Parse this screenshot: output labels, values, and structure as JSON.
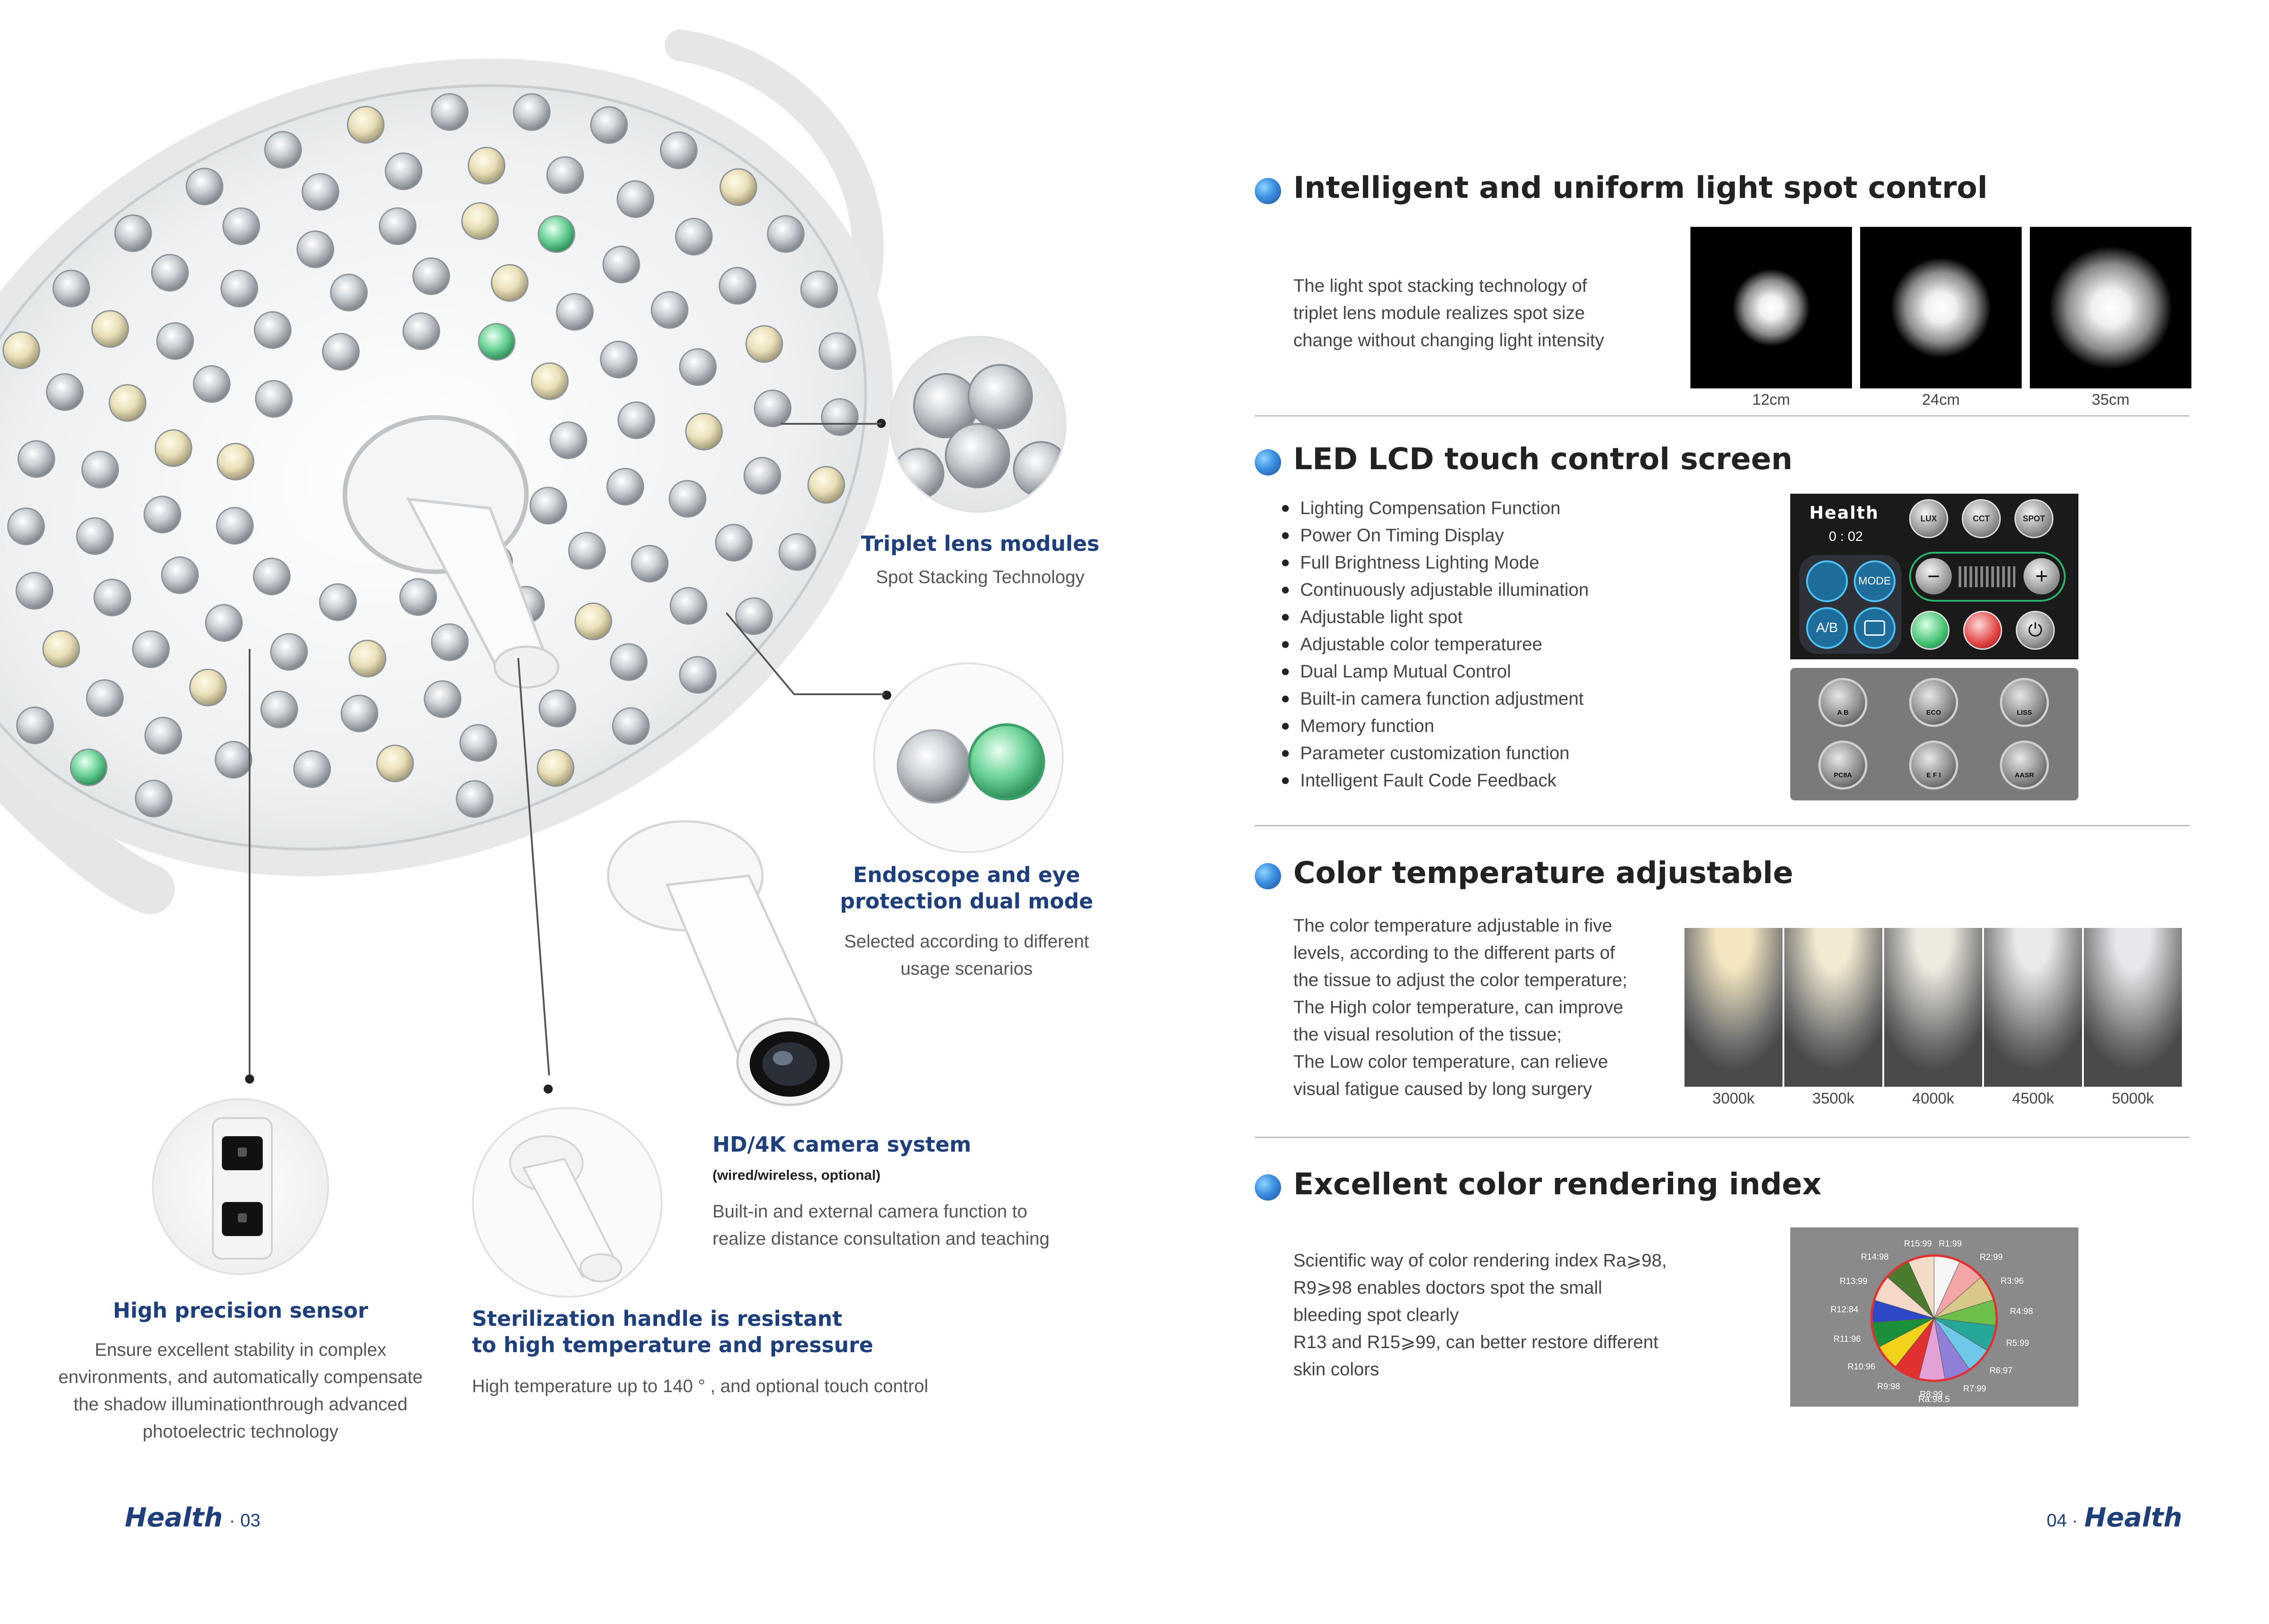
{
  "left_page": {
    "triplet": {
      "title": "Triplet lens modules",
      "sub": "Spot Stacking Technology"
    },
    "endoscope": {
      "title_line1": "Endoscope and eye",
      "title_line2": "protection dual mode",
      "sub_line1": "Selected according to different",
      "sub_line2": "usage scenarios"
    },
    "camera": {
      "title": "HD/4K camera system",
      "note": "(wired/wireless, optional)",
      "sub_line1": "Built-in and external camera function to",
      "sub_line2": "realize distance consultation and teaching"
    },
    "sensor": {
      "title": "High precision sensor",
      "sub_line1": "Ensure excellent stability in complex",
      "sub_line2": "environments, and automatically compensate",
      "sub_line3": "the shadow illuminationthrough advanced",
      "sub_line4": "photoelectric technology"
    },
    "handle": {
      "title_line1": "Sterilization handle is resistant",
      "title_line2": "to high temperature and pressure",
      "sub": "High temperature up to 140 °  , and optional touch control"
    },
    "footer": {
      "brand": "Health",
      "page": "· 03"
    }
  },
  "right_page": {
    "spot": {
      "title": "Intelligent and uniform light spot control",
      "desc_line1": "The light spot stacking technology of",
      "desc_line2": "triplet lens module realizes spot size",
      "desc_line3": "change without changing light intensity",
      "images": [
        {
          "caption": "12cm",
          "radius_pct": 34
        },
        {
          "caption": "24cm",
          "radius_pct": 44
        },
        {
          "caption": "35cm",
          "radius_pct": 54
        }
      ]
    },
    "lcd": {
      "title": "LED LCD touch control screen",
      "features": [
        "Lighting Compensation Function",
        "Power On Timing Display",
        "Full Brightness Lighting Mode",
        "Continuously adjustable illumination",
        "Adjustable light spot",
        "Adjustable color temperaturee",
        "Dual Lamp Mutual Control",
        "Built-in camera function adjustment",
        "Memory function",
        "Parameter customization function",
        "Intelligent Fault Code Feedback"
      ],
      "panel": {
        "brand": "Health",
        "timer": "0  : 02",
        "mode": "MODE",
        "ab": "A/B",
        "top_buttons": [
          "LUX",
          "CCT",
          "SPOT"
        ],
        "grey_buttons_row1": [
          "A   B",
          "ECO",
          "LISS"
        ],
        "grey_buttons_row2": [
          "PC8A",
          "E F I",
          "AASR"
        ]
      }
    },
    "color_temp": {
      "title": "Color temperature adjustable",
      "desc_lines": [
        "The color temperature adjustable in five",
        "levels, according to the different parts of",
        "the tissue to adjust the color temperature;",
        "The High color temperature, can improve",
        "the visual resolution of the tissue;",
        "The Low color temperature, can relieve",
        "visual fatigue caused by long surgery"
      ],
      "levels": [
        {
          "label": "3000k",
          "color": "#f3e6c0"
        },
        {
          "label": "3500k",
          "color": "#f3ead2"
        },
        {
          "label": "4000k",
          "color": "#eeeae0"
        },
        {
          "label": "4500k",
          "color": "#e9e9e7"
        },
        {
          "label": "5000k",
          "color": "#e6e8eb"
        }
      ]
    },
    "cri": {
      "title": "Excellent color rendering index",
      "desc_lines": [
        "Scientific way of color rendering index Ra⩾98,",
        "R9⩾98 enables doctors spot the small",
        "bleeding spot clearly",
        "R13 and R15⩾99, can better restore different",
        "skin colors"
      ],
      "chart_data": {
        "type": "pie",
        "title": "",
        "categories": [
          "R1",
          "R2",
          "R3",
          "R4",
          "R5",
          "R6",
          "R7",
          "R8",
          "R9",
          "R10",
          "R11",
          "R12",
          "R13",
          "R14",
          "R15"
        ],
        "values": [
          99,
          99,
          96,
          98,
          99,
          97,
          99,
          99,
          98,
          96,
          96,
          84,
          99,
          98,
          99
        ],
        "labels": [
          "R1:99",
          "R2:99",
          "R3:96",
          "R4:98",
          "R5:99",
          "R6:97",
          "R7:99",
          "R8:99",
          "R9:98",
          "R10:96",
          "R11:96",
          "R12:84",
          "R13:99",
          "R14:98",
          "R15:99"
        ],
        "colors": [
          "#f6f6f6",
          "#f4a6a6",
          "#d8c98a",
          "#6bbf4a",
          "#27a79a",
          "#6fc8e8",
          "#8f7fd8",
          "#e3a1d6",
          "#e03030",
          "#f2d21b",
          "#1c8f3a",
          "#2d49c8",
          "#f6d8c8",
          "#4a7a2e",
          "#f2dcc8"
        ],
        "footer": "Ra:98.5"
      }
    },
    "footer": {
      "page": "04 ·",
      "brand": "Health"
    }
  }
}
